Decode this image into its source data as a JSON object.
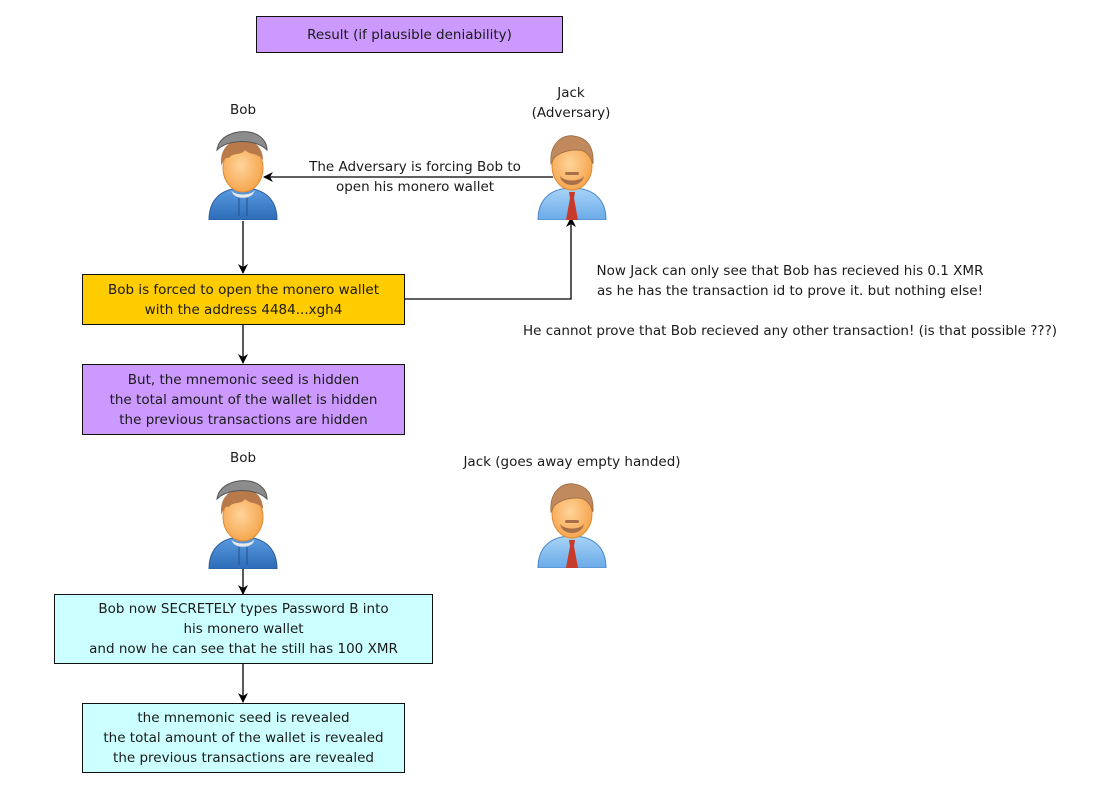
{
  "title": "Result (if plausible deniability)",
  "colors": {
    "purple_box": "#cc99ff",
    "orange_box": "#ffcc00",
    "cyan_box": "#ccffff",
    "line": "#000000"
  },
  "actors": {
    "bob_top": {
      "label": "Bob",
      "icon": "user-cap-hoodie-icon"
    },
    "jack_top": {
      "label_line1": "Jack",
      "label_line2": "(Adversary)",
      "icon": "user-beard-tie-icon"
    },
    "bob_bottom": {
      "label": "Bob",
      "icon": "user-cap-hoodie-icon"
    },
    "jack_bottom": {
      "label": "Jack (goes away empty handed)",
      "icon": "user-beard-tie-icon"
    }
  },
  "edges": {
    "jack_to_bob": {
      "line1": "The Adversary is forcing Bob to",
      "line2": "open his monero wallet"
    }
  },
  "boxes": {
    "forced_open": {
      "lines": [
        "Bob is forced to open the monero wallet",
        "with the address 4484...xgh4"
      ]
    },
    "hidden": {
      "lines": [
        "But, the mnemonic seed is hidden",
        "the total amount of the wallet is hidden",
        "the previous transactions are hidden"
      ]
    },
    "secret_password": {
      "lines": [
        "Bob now SECRETELY types Password B into",
        "his monero wallet",
        "and now he can see that he still has 100 XMR"
      ]
    },
    "revealed": {
      "lines": [
        "the mnemonic seed is revealed",
        "the total amount of the wallet is revealed",
        "the previous transactions are revealed"
      ]
    }
  },
  "notes": {
    "jack_sees": {
      "lines": [
        "Now Jack can only see that Bob has recieved his 0.1 XMR",
        "as he has the transaction id to prove it. but nothing else!"
      ]
    },
    "cannot_prove": "He cannot prove that Bob recieved any other transaction! (is that possible ???)"
  }
}
